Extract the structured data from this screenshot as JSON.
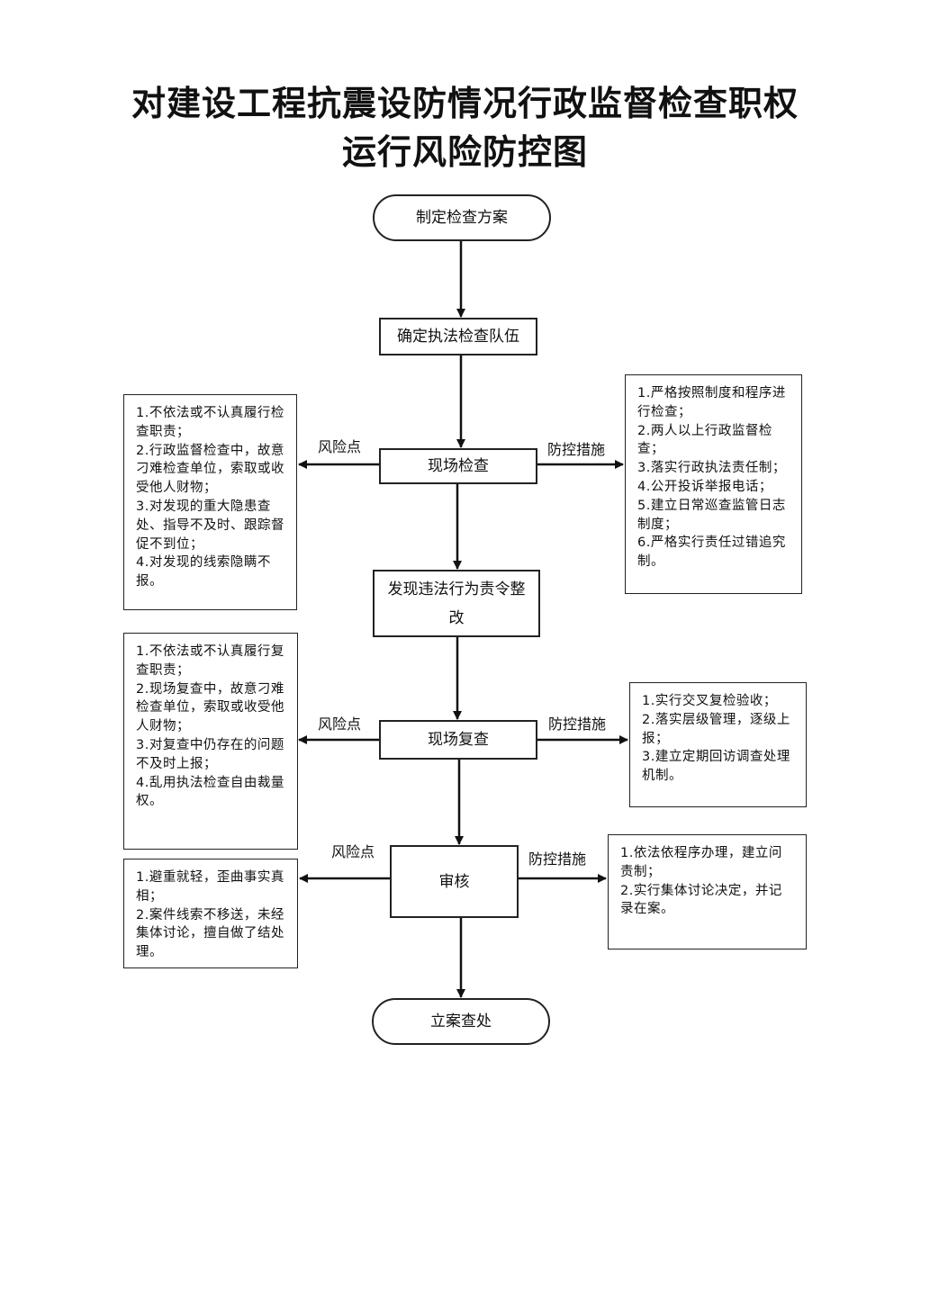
{
  "title": {
    "line1": "对建设工程抗震设防情况行政监督检查职权",
    "line2": "运行风险防控图"
  },
  "nodes": {
    "start": "制定检查方案",
    "team": "确定执法检查队伍",
    "inspect": "现场检查",
    "rectify": "发现违法行为责令整改",
    "reinspect": "现场复查",
    "review": "审核",
    "end": "立案查处"
  },
  "labels": {
    "risk": "风险点",
    "control": "防控措施"
  },
  "inspect_risks": [
    "1.不依法或不认真履行检查职责；",
    "2.行政监督检查中，故意刁难检查单位，索取或收受他人财物；",
    "3.对发现的重大隐患查处、指导不及时、跟踪督促不到位；",
    "4.对发现的线索隐瞒不报。"
  ],
  "inspect_controls": [
    "1.严格按照制度和程序进行检查；",
    "2.两人以上行政监督检查；",
    "3.落实行政执法责任制；",
    "4.公开投诉举报电话；",
    "5.建立日常巡查监管日志制度；",
    "6.严格实行责任过错追究制。"
  ],
  "reinspect_risks": [
    "1.不依法或不认真履行复查职责；",
    "2.现场复查中，故意刁难检查单位，索取或收受他人财物；",
    "3.对复查中仍存在的问题不及时上报；",
    "4.乱用执法检查自由裁量权。"
  ],
  "reinspect_controls": [
    "1.实行交叉复检验收；",
    "2.落实层级管理，逐级上报；",
    "3.建立定期回访调查处理机制。"
  ],
  "review_risks": [
    "1.避重就轻，歪曲事实真相；",
    "2.案件线索不移送，未经集体讨论，擅自做了结处理。"
  ],
  "review_controls": [
    "1.依法依程序办理，建立问责制；",
    "2.实行集体讨论决定，并记录在案。"
  ]
}
